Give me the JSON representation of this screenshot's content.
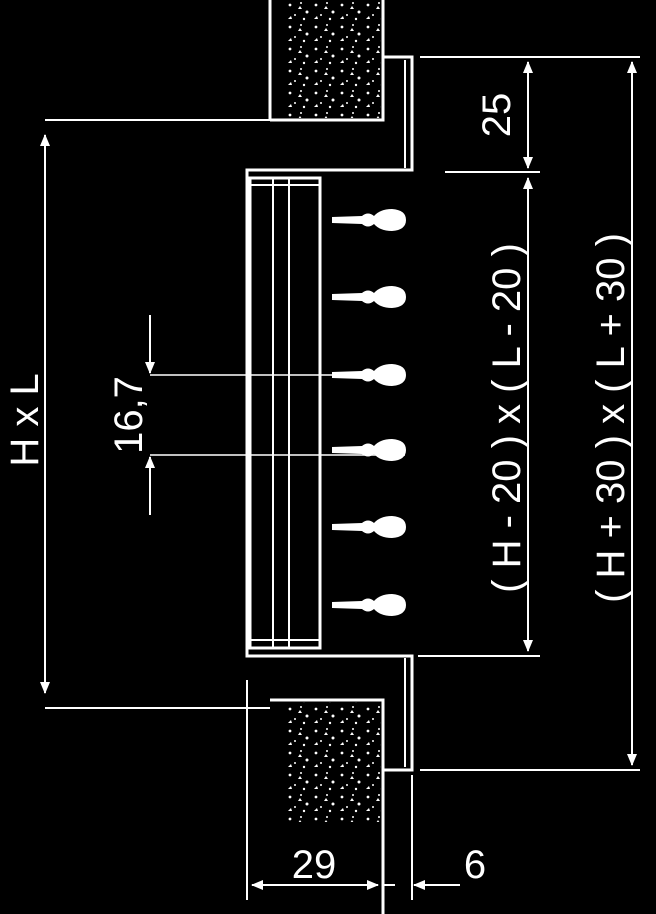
{
  "diagram": {
    "colors": {
      "background": "#000000",
      "ink": "#ffffff"
    },
    "labels": {
      "nominal_size": "H x L",
      "slot_pitch": "16,7",
      "inner_size": "( H - 20 ) x ( L - 20 )",
      "outer_size": "( H + 30 ) x ( L + 30 )",
      "flange_depth": "25",
      "wall_depth": "29",
      "frame_thickness": "6"
    }
  }
}
